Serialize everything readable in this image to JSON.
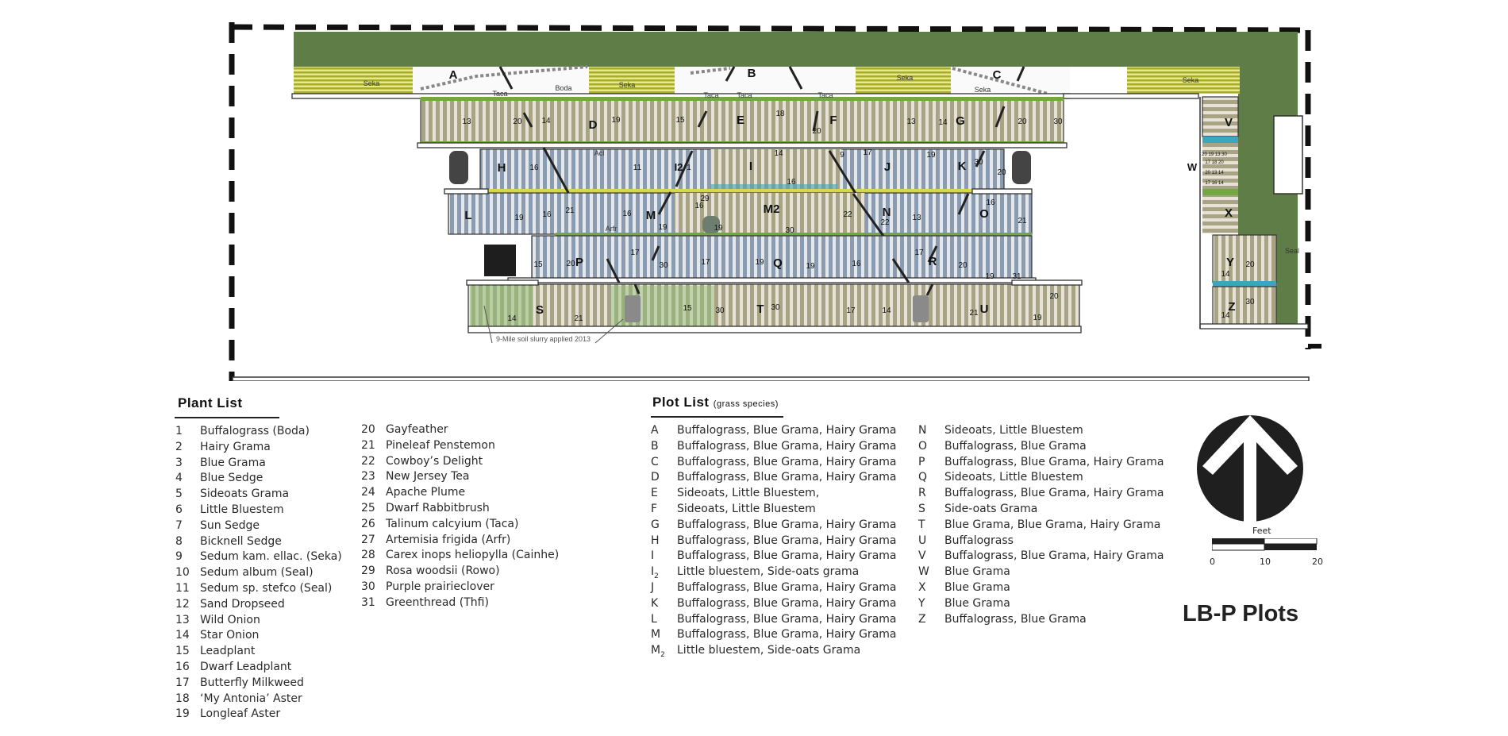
{
  "title": "LB-P Plots",
  "plan": {
    "plot_labels": [
      "A",
      "B",
      "C",
      "D",
      "E",
      "F",
      "G",
      "H",
      "I",
      "I2",
      "J",
      "K",
      "L",
      "M",
      "M2",
      "N",
      "O",
      "P",
      "Q",
      "R",
      "S",
      "T",
      "U",
      "V",
      "W",
      "X",
      "Y",
      "Z"
    ],
    "tag_labels": [
      "Seka",
      "Boda",
      "Taca",
      "Arfr",
      "Seal",
      "Acl"
    ],
    "soil_note": "9-Mile soil slurry applied 2013",
    "colors": {
      "roof_green": "#5f7d46",
      "seka_yellow": "#d6db4a",
      "stripe_tan": "#a8a384",
      "stripe_blue": "#8b9cb0",
      "accent_green": "#72a840",
      "accent_teal": "#3aa7c0"
    }
  },
  "plant_list": {
    "title": "Plant   List",
    "items": [
      {
        "n": "1",
        "name": "Buffalograss (Boda)"
      },
      {
        "n": "2",
        "name": "Hairy Grama"
      },
      {
        "n": "3",
        "name": "Blue Grama"
      },
      {
        "n": "4",
        "name": "Blue Sedge"
      },
      {
        "n": "5",
        "name": "Sideoats Grama"
      },
      {
        "n": "6",
        "name": "Little Bluestem"
      },
      {
        "n": "7",
        "name": "Sun Sedge"
      },
      {
        "n": "8",
        "name": "Bicknell Sedge"
      },
      {
        "n": "9",
        "name": "Sedum kam. ellac. (Seka)"
      },
      {
        "n": "10",
        "name": "Sedum album (Seal)"
      },
      {
        "n": "11",
        "name": "Sedum sp. stefco (Seal)"
      },
      {
        "n": "12",
        "name": "Sand Dropseed"
      },
      {
        "n": "13",
        "name": "Wild Onion"
      },
      {
        "n": "14",
        "name": "Star Onion"
      },
      {
        "n": "15",
        "name": "Leadplant"
      },
      {
        "n": "16",
        "name": "Dwarf Leadplant"
      },
      {
        "n": "17",
        "name": "Butterfly Milkweed"
      },
      {
        "n": "18",
        "name": "‘My Antonia’ Aster"
      },
      {
        "n": "19",
        "name": "Longleaf Aster"
      },
      {
        "n": "20",
        "name": "Gayfeather"
      },
      {
        "n": "21",
        "name": "Pineleaf Penstemon"
      },
      {
        "n": "22",
        "name": "Cowboy’s Delight"
      },
      {
        "n": "23",
        "name": "New Jersey Tea"
      },
      {
        "n": "24",
        "name": "Apache Plume"
      },
      {
        "n": "25",
        "name": "Dwarf Rabbitbrush"
      },
      {
        "n": "26",
        "name": "Talinum calcyium (Taca)"
      },
      {
        "n": "27",
        "name": "Artemisia frigida (Arfr)"
      },
      {
        "n": "28",
        "name": "Carex inops heliopylla (Cainhe)"
      },
      {
        "n": "29",
        "name": "Rosa woodsii (Rowo)"
      },
      {
        "n": "30",
        "name": "Purple prairieclover"
      },
      {
        "n": "31",
        "name": "Greenthread (Thfi)"
      }
    ]
  },
  "plot_list": {
    "title": "Plot  List",
    "subtitle": "(grass species)",
    "items": [
      {
        "code": "A",
        "sub": "",
        "species": "Buffalograss, Blue Grama, Hairy Grama"
      },
      {
        "code": "B",
        "sub": "",
        "species": "Buffalograss, Blue Grama, Hairy Grama"
      },
      {
        "code": "C",
        "sub": "",
        "species": "Buffalograss, Blue Grama, Hairy Grama"
      },
      {
        "code": "D",
        "sub": "",
        "species": "Buffalograss, Blue Grama, Hairy Grama"
      },
      {
        "code": "E",
        "sub": "",
        "species": "Sideoats, Little Bluestem,"
      },
      {
        "code": "F",
        "sub": "",
        "species": "Sideoats, Little Bluestem"
      },
      {
        "code": "G",
        "sub": "",
        "species": "Buffalograss, Blue Grama, Hairy Grama"
      },
      {
        "code": "H",
        "sub": "",
        "species": "Buffalograss, Blue Grama, Hairy Grama"
      },
      {
        "code": "I",
        "sub": "",
        "species": "Buffalograss, Blue Grama, Hairy Grama"
      },
      {
        "code": "I",
        "sub": "2",
        "species": "Little bluestem, Side-oats grama"
      },
      {
        "code": "J",
        "sub": "",
        "species": "Buffalograss, Blue Grama, Hairy Grama"
      },
      {
        "code": "K",
        "sub": "",
        "species": "Buffalograss, Blue Grama, Hairy Grama"
      },
      {
        "code": "L",
        "sub": "",
        "species": "Buffalograss, Blue Grama, Hairy Grama"
      },
      {
        "code": "M",
        "sub": "",
        "species": "Buffalograss, Blue Grama, Hairy Grama"
      },
      {
        "code": "M",
        "sub": "2",
        "species": "Little bluestem, Side-oats Grama"
      },
      {
        "code": "N",
        "sub": "",
        "species": "Sideoats, Little Bluestem"
      },
      {
        "code": "O",
        "sub": "",
        "species": "Buffalograss, Blue Grama"
      },
      {
        "code": "P",
        "sub": "",
        "species": "Buffalograss, Blue Grama, Hairy Grama"
      },
      {
        "code": "Q",
        "sub": "",
        "species": "Sideoats, Little Bluestem"
      },
      {
        "code": "R",
        "sub": "",
        "species": "Buffalograss, Blue Grama, Hairy Grama"
      },
      {
        "code": "S",
        "sub": "",
        "species": "Side-oats Grama"
      },
      {
        "code": "T",
        "sub": "",
        "species": "Blue Grama, Blue Grama, Hairy Grama"
      },
      {
        "code": "U",
        "sub": "",
        "species": "Buffalograss"
      },
      {
        "code": "V",
        "sub": "",
        "species": "Buffalograss, Blue Grama, Hairy Grama"
      },
      {
        "code": "W",
        "sub": "",
        "species": "Blue Grama"
      },
      {
        "code": "X",
        "sub": "",
        "species": "Blue Grama"
      },
      {
        "code": "Y",
        "sub": "",
        "species": "Blue Grama"
      },
      {
        "code": "Z",
        "sub": "",
        "species": "Buffalograss, Blue Grama"
      }
    ]
  },
  "scale": {
    "label": "Feet",
    "ticks": [
      "0",
      "10",
      "20"
    ]
  }
}
